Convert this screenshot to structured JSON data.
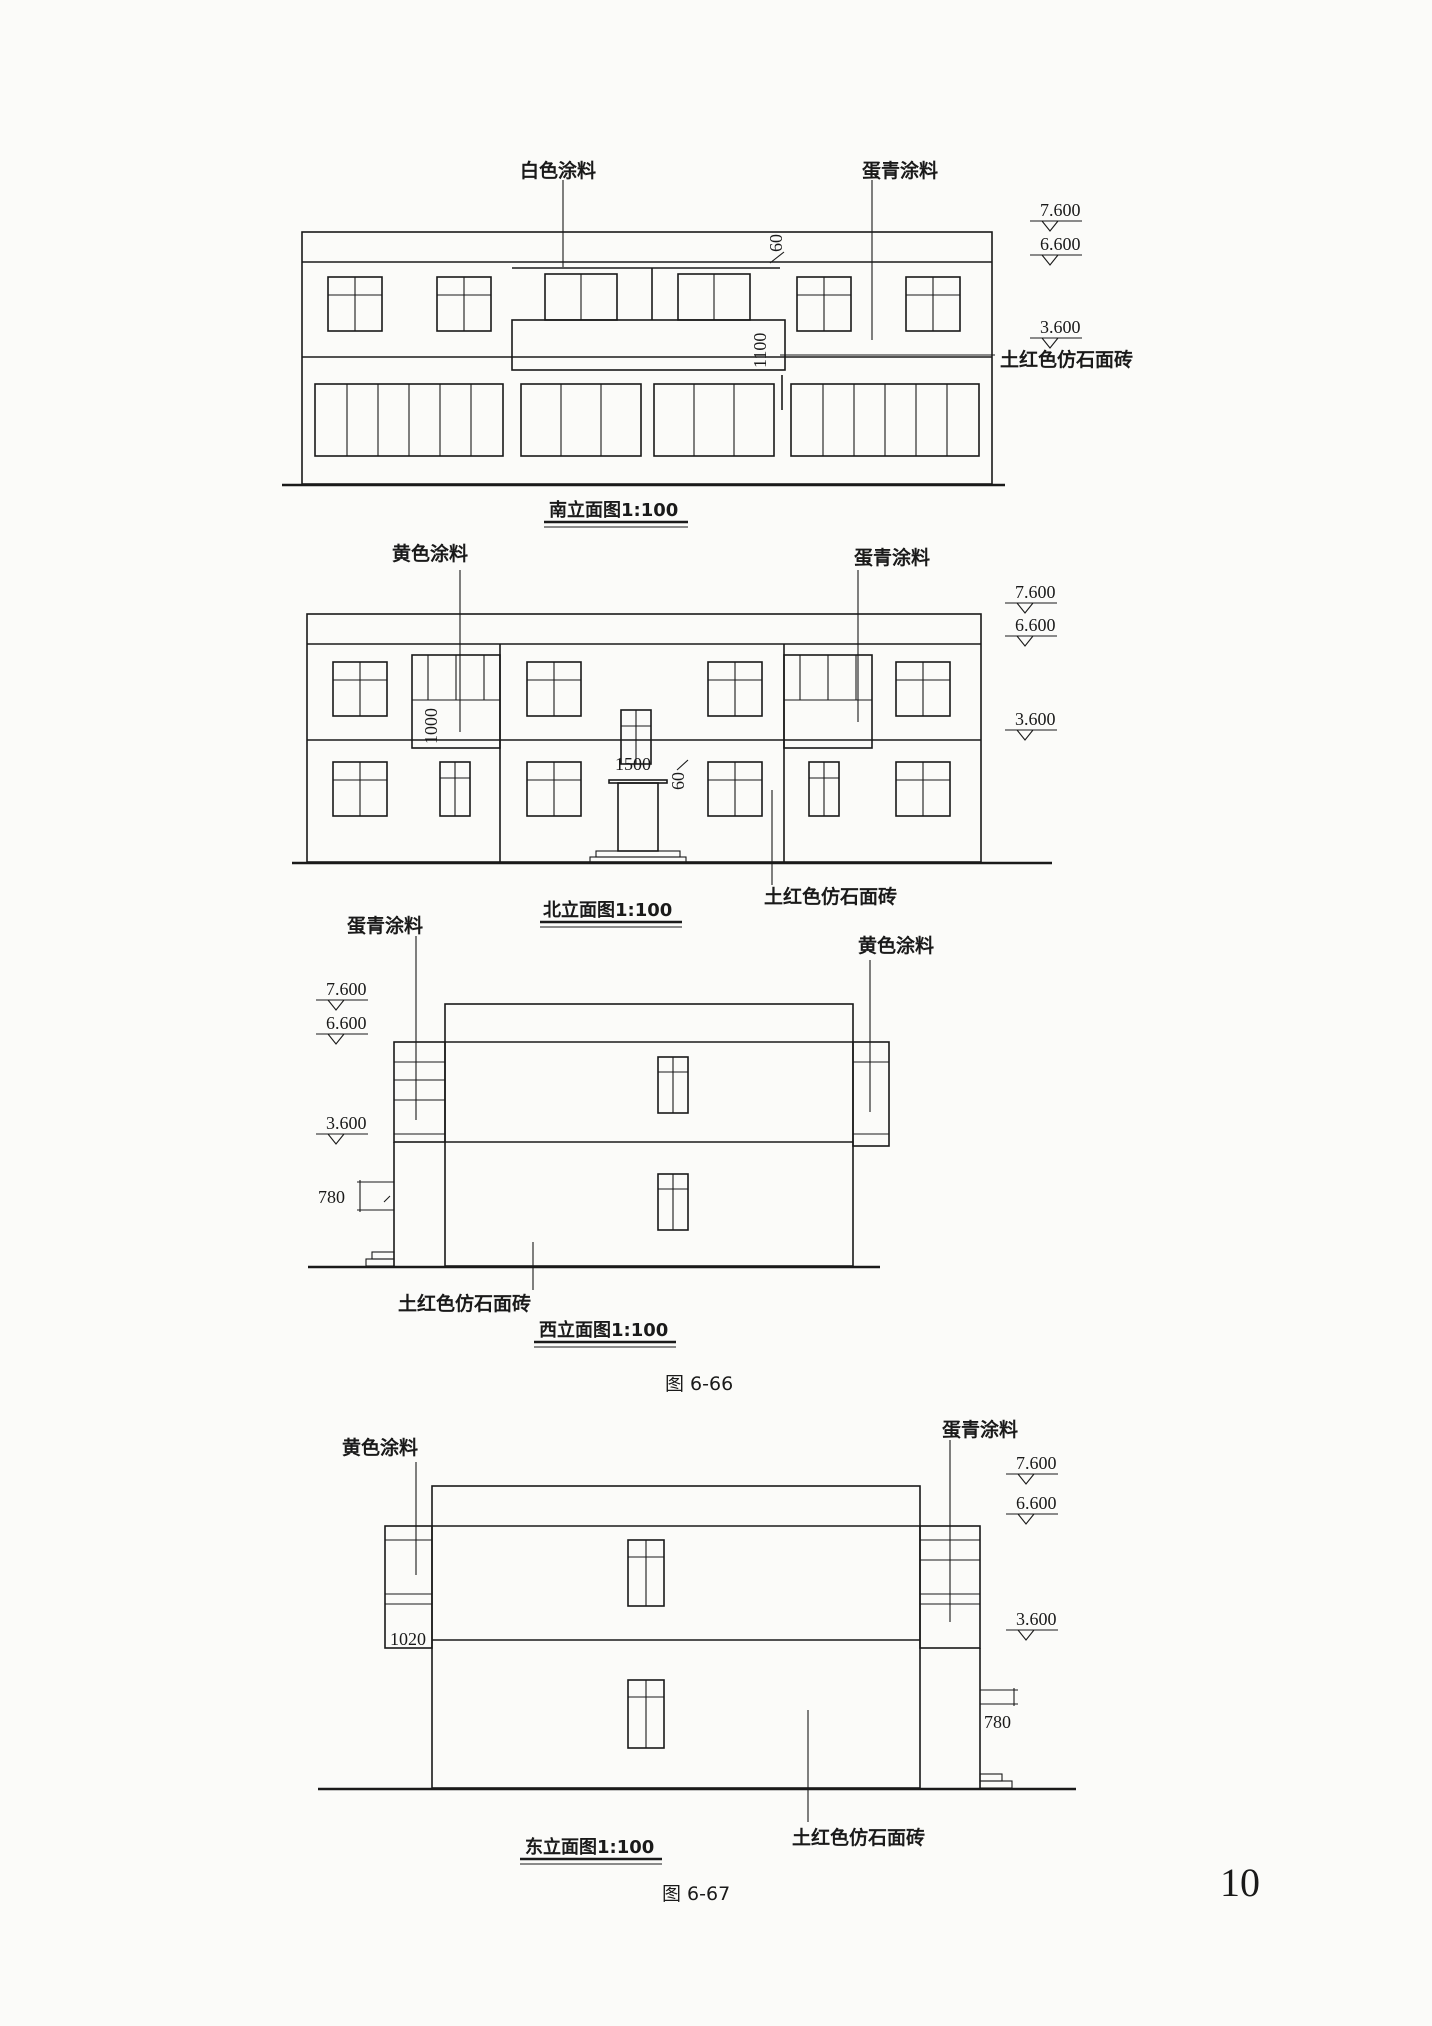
{
  "south": {
    "label_white": "白色涂料",
    "label_cyan": "蛋青涂料",
    "elev_top": "7.600",
    "elev_eave": "6.600",
    "elev_floor2": "3.600",
    "dim_60": "60",
    "dim_1100": "1100",
    "label_brick": "土红色仿石面砖",
    "title": "南立面图1:100"
  },
  "north": {
    "label_yellow": "黄色涂料",
    "label_cyan": "蛋青涂料",
    "elev_top": "7.600",
    "elev_eave": "6.600",
    "elev_floor2": "3.600",
    "dim_1000": "1000",
    "dim_1500": "1500",
    "dim_60": "60",
    "label_brick": "土红色仿石面砖",
    "title": "北立面图1:100"
  },
  "west": {
    "label_cyan": "蛋青涂料",
    "label_yellow": "黄色涂料",
    "elev_top": "7.600",
    "elev_eave": "6.600",
    "elev_floor2": "3.600",
    "dim_780": "780",
    "label_brick": "土红色仿石面砖",
    "title": "西立面图1:100"
  },
  "fig1": "图 6-66",
  "east": {
    "label_yellow": "黄色涂料",
    "label_cyan": "蛋青涂料",
    "elev_top": "7.600",
    "elev_eave": "6.600",
    "elev_floor2": "3.600",
    "dim_1020": "1020",
    "dim_780": "780",
    "label_brick": "土红色仿石面砖",
    "title": "东立面图1:100"
  },
  "fig2": "图 6-67",
  "page_number": "10"
}
